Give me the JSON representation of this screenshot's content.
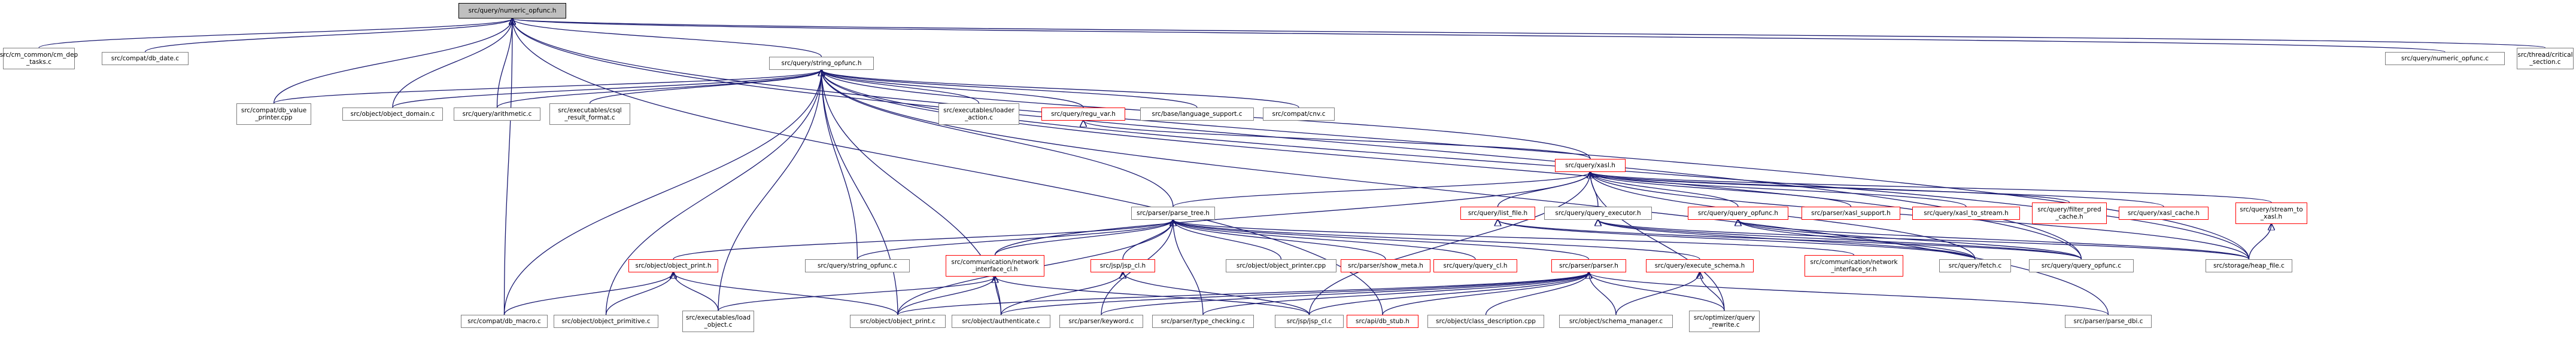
{
  "graph": {
    "edge_color": "#191970",
    "node_border": "#7f7f7f",
    "missing_node_border": "#ff0000",
    "root_fill": "#bfbfbf",
    "nodes": {
      "numeric_opfunc_h": "src/query/numeric_opfunc.h",
      "cm_dep_tasks": "src/cm_common/cm_dep\n_tasks.c",
      "db_date": "src/compat/db_date.c",
      "string_opfunc_h": "src/query/string_opfunc.h",
      "numeric_opfunc_c": "src/query/numeric_opfunc.c",
      "critical_section": "src/thread/critical\n_section.c",
      "db_value_printer": "src/compat/db_value\n_printer.cpp",
      "object_domain": "src/object/object_domain.c",
      "arithmetic": "src/query/arithmetic.c",
      "csql_result_format": "src/executables/csql\n_result_format.c",
      "loader_action": "src/executables/loader\n_action.c",
      "regu_var_h": "src/query/regu_var.h",
      "language_support": "src/base/language_support.c",
      "cnv": "src/compat/cnv.c",
      "xasl_h": "src/query/xasl.h",
      "parse_tree_h": "src/parser/parse_tree.h",
      "list_file_h": "src/query/list_file.h",
      "query_executor_h": "src/query/query_executor.h",
      "query_opfunc_h": "src/query/query_opfunc.h",
      "xasl_support_h": "src/parser/xasl_support.h",
      "xasl_to_stream_h": "src/query/xasl_to_stream.h",
      "filter_pred_cache_h": "src/query/filter_pred\n_cache.h",
      "xasl_cache_h": "src/query/xasl_cache.h",
      "stream_to_xasl_h": "src/query/stream_to\n_xasl.h",
      "object_print_h": "src/object/object_print.h",
      "string_opfunc_c": "src/query/string_opfunc.c",
      "network_interface_cl_h": "src/communication/network\n_interface_cl.h",
      "jsp_cl_h": "src/jsp/jsp_cl.h",
      "object_printer": "src/object/object_printer.cpp",
      "show_meta_h": "src/parser/show_meta.h",
      "query_cl_h": "src/query/query_cl.h",
      "parser_h": "src/parser/parser.h",
      "execute_schema_h": "src/query/execute_schema.h",
      "network_interface_sr_h": "src/communication/network\n_interface_sr.h",
      "fetch_c": "src/query/fetch.c",
      "query_opfunc_c": "src/query/query_opfunc.c",
      "heap_file_c": "src/storage/heap_file.c",
      "db_macro": "src/compat/db_macro.c",
      "object_primitive": "src/object/object_primitive.c",
      "load_object": "src/executables/load\n_object.c",
      "object_print_c": "src/object/object_print.c",
      "authenticate": "src/object/authenticate.c",
      "keyword": "src/parser/keyword.c",
      "type_checking": "src/parser/type_checking.c",
      "jsp_cl_c": "src/jsp/jsp_cl.c",
      "db_stub": "src/api/db_stub.h",
      "class_description": "src/object/class_description.cpp",
      "schema_manager": "src/object/schema_manager.c",
      "query_rewrite": "src/optimizer/query\n_rewrite.c",
      "parse_dbi": "src/parser/parse_dbi.c"
    }
  }
}
